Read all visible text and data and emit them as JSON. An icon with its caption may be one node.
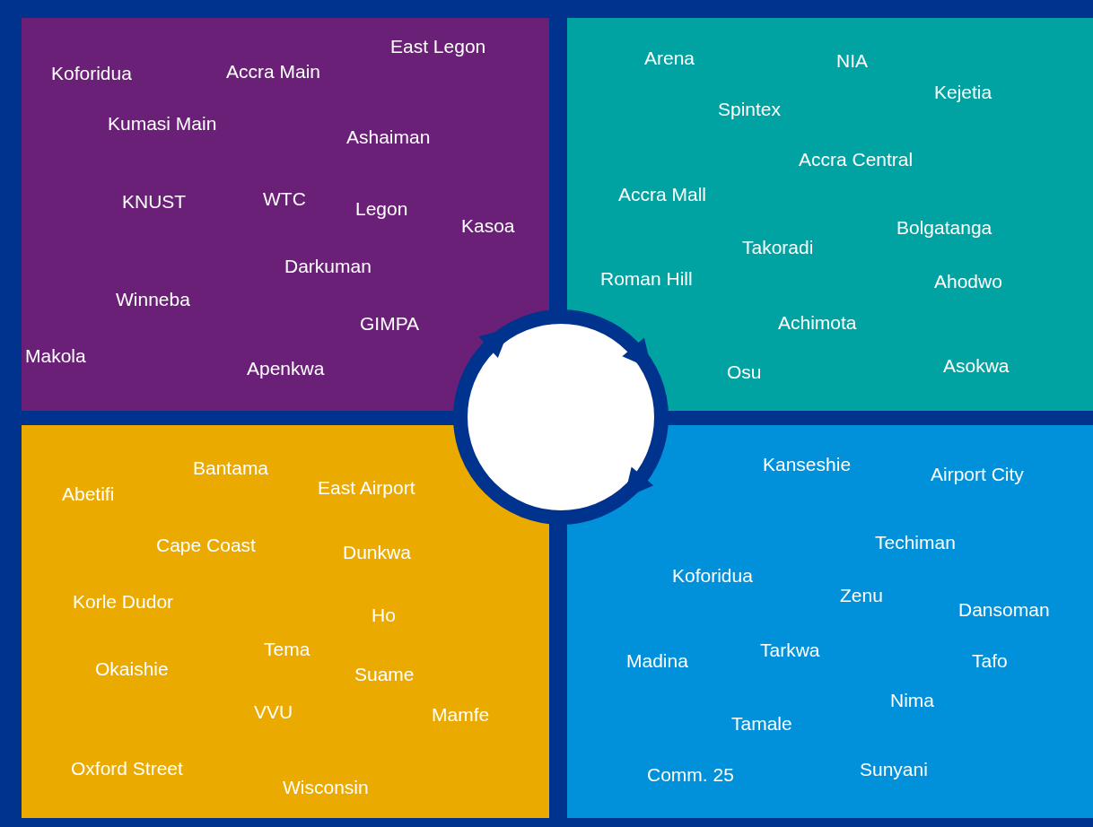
{
  "diagram": {
    "nodes": [
      {
        "text": [
          "East Legon",
          "Koforidua",
          "Accra Main",
          "Kumasi Main",
          "Ashaiman",
          "KNUST",
          "WTC",
          "Legon",
          "Kasoa",
          "Darkuman",
          "Winneba",
          "GIMPA",
          "Makola",
          "Apenkwa"
        ]
      },
      {
        "text": [
          "Arena",
          "NIA",
          "Kejetia",
          "Spintex",
          "Accra Central",
          "Accra Mall",
          "Bolgatanga",
          "Takoradi",
          "Roman Hill",
          "Ahodwo",
          "Achimota",
          "Asokwa",
          "Osu"
        ]
      },
      {
        "text": [
          "Bantama",
          "East Airport",
          "Abetifi",
          "Cape Coast",
          "Dunkwa",
          "Korle Dudor",
          "Ho",
          "Tema",
          "Okaishie",
          "Suame",
          "VVU",
          "Mamfe",
          "Oxford Street",
          "Wisconsin"
        ]
      },
      {
        "text": [
          "Kanseshie",
          "Airport City",
          "Techiman",
          "Koforidua",
          "Zenu",
          "Dansoman",
          "Madina",
          "Tarkwa",
          "Tafo",
          "Nima",
          "Tamale",
          "Comm. 25",
          "Sunyani"
        ]
      },
      {
        "text": [],
        "shape": "circle"
      }
    ]
  }
}
